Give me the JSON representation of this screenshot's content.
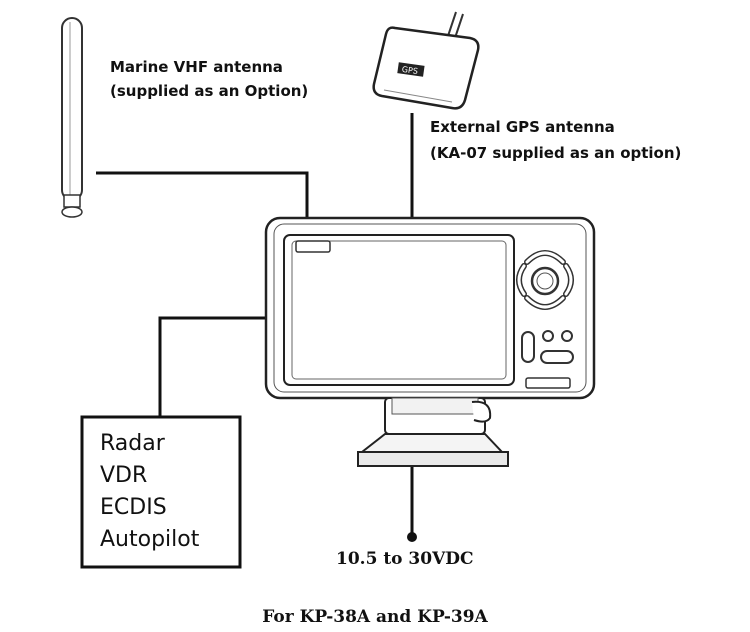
{
  "vhf_antenna": {
    "line1": "Marine VHF antenna",
    "line2": "(supplied as an Option)"
  },
  "gps_antenna": {
    "line1": "External GPS antenna",
    "line2": "(KA-07 supplied as an option)",
    "badge": "GPS"
  },
  "devices_box": {
    "items": [
      "Radar",
      "VDR",
      "ECDIS",
      "Autopilot"
    ]
  },
  "power": {
    "label": "10.5 to 30VDC"
  },
  "caption": "For KP-38A and KP-39A"
}
